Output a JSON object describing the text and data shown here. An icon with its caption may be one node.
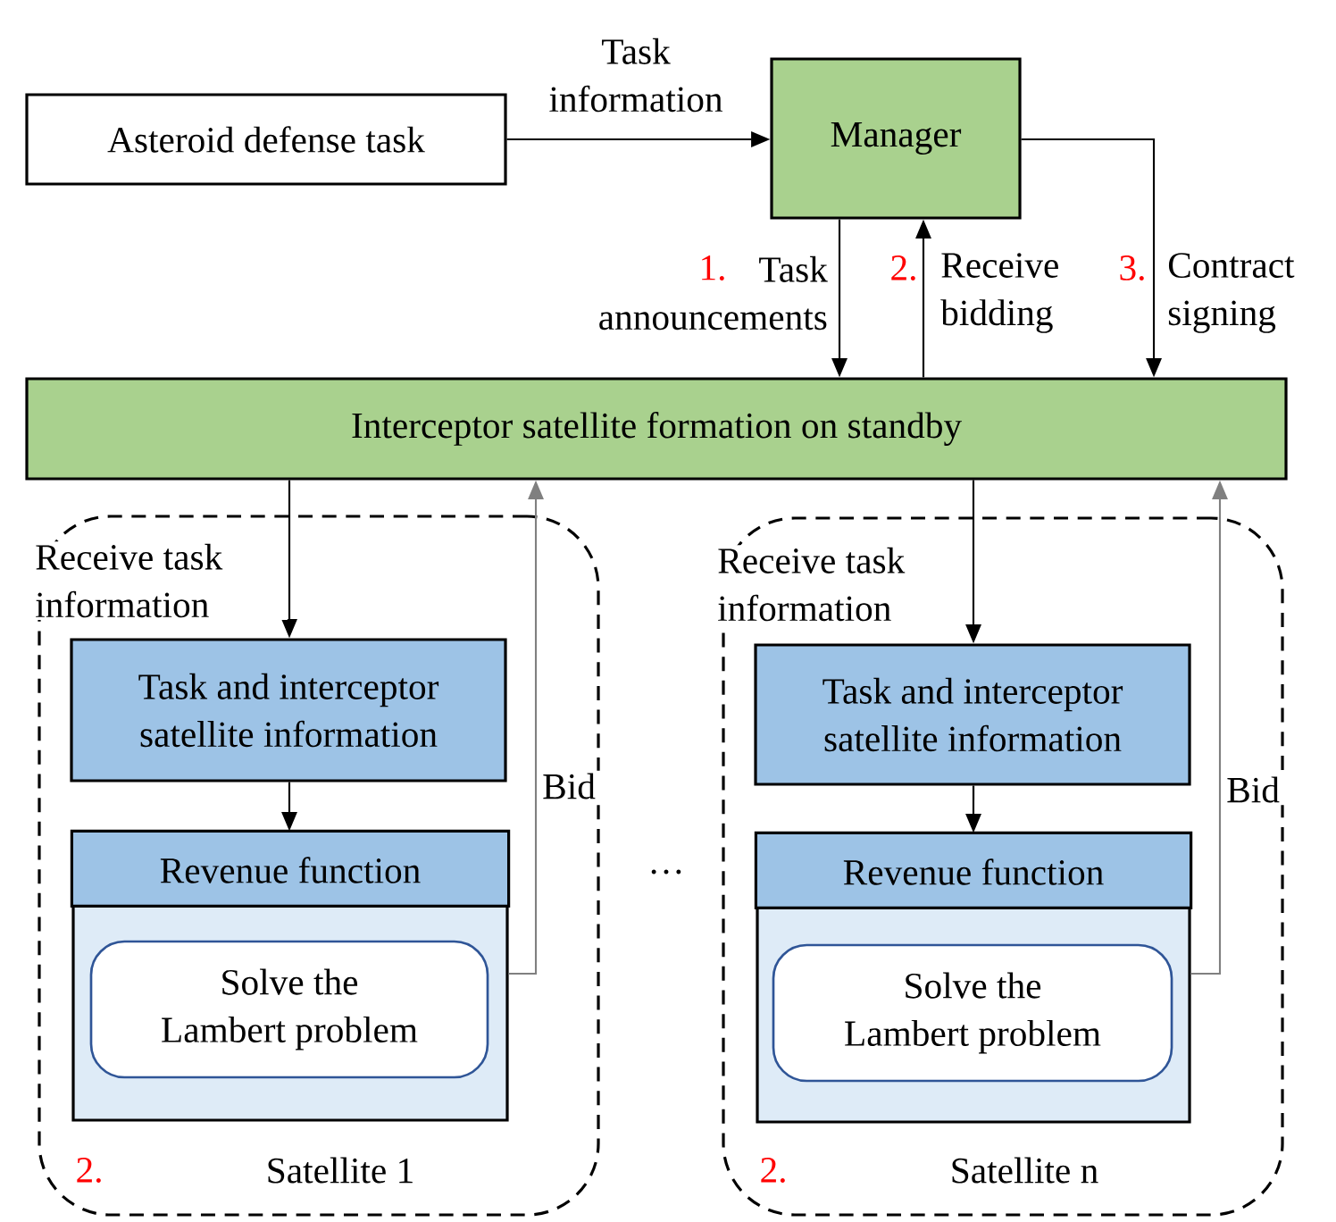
{
  "diagram": {
    "nodes": [
      {
        "text": [
          "Asteroid defense task"
        ]
      },
      {
        "text": [
          "Manager"
        ]
      },
      {
        "text": [
          "Interceptor satellite formation on standby"
        ]
      },
      {
        "text": [
          "2.",
          "Satellite 1"
        ]
      },
      {
        "text": [
          "Task and interceptor satellite information"
        ],
        "in": 3
      },
      {
        "text": [
          "Revenue function"
        ],
        "in": 3
      },
      {
        "text": [
          "Solve the Lambert problem"
        ],
        "in": 5
      },
      {
        "text": [
          "2.",
          "Satellite n"
        ]
      },
      {
        "text": [
          "Task and interceptor satellite information"
        ],
        "in": 7
      },
      {
        "text": [
          "Revenue function"
        ],
        "in": 7
      },
      {
        "text": [
          "Solve the Lambert problem"
        ],
        "in": 9
      }
    ],
    "edges": [
      {
        "from": 0,
        "to": 1,
        "arrow": "to",
        "label": "Task information"
      },
      {
        "from": 1,
        "to": 2,
        "arrow": "to",
        "label": "Task announcements"
      },
      {
        "from": 2,
        "to": 1,
        "arrow": "to",
        "label": "Receive bidding"
      },
      {
        "from": 1,
        "to": 2,
        "arrow": "to",
        "label": "Contract signing"
      },
      {
        "from": 2,
        "to": 4,
        "arrow": "to",
        "label": "Receive task information"
      },
      {
        "from": 4,
        "to": 5,
        "arrow": "to"
      },
      {
        "from": 5,
        "to": 2,
        "arrow": "to",
        "label": "Bid",
        "color": "#808080"
      },
      {
        "from": 2,
        "to": 8,
        "arrow": "to",
        "label": "Receive task information"
      },
      {
        "from": 8,
        "to": 9,
        "arrow": "to"
      },
      {
        "from": 9,
        "to": 2,
        "arrow": "to",
        "label": "Bid",
        "color": "#808080"
      }
    ],
    "labels": [
      "1.",
      "2.",
      "3.",
      "…"
    ]
  }
}
